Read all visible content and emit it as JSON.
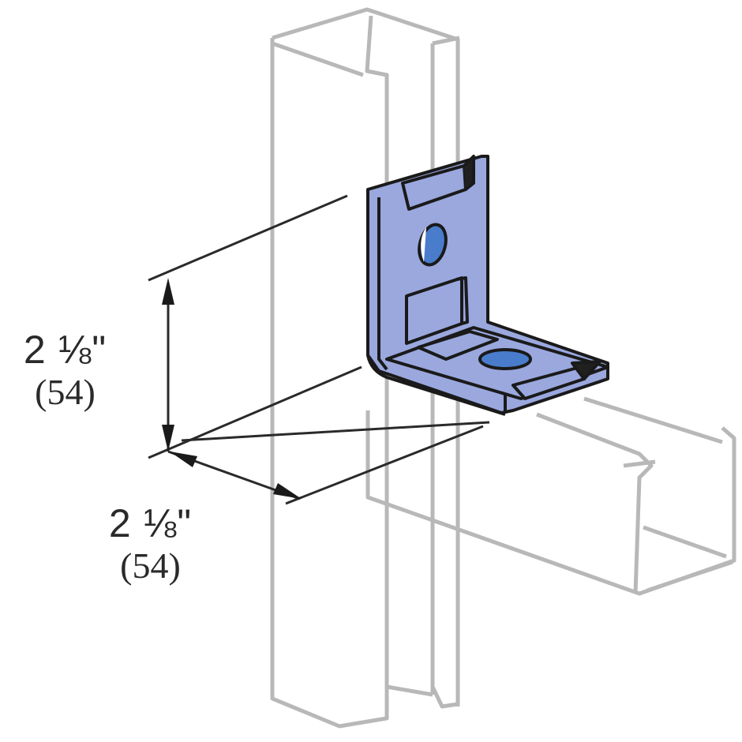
{
  "figure": {
    "subject": "angle bracket fitting on strut channels",
    "colors": {
      "bracket_fill": "#9aa8de",
      "bracket_hole": "#4a7ccc",
      "outline": "#1a1a1a",
      "channel_line": "#b5b5b5",
      "background": "#ffffff"
    }
  },
  "dimensions": {
    "vertical": {
      "imperial": "2 ⅛\"",
      "metric": "(54)"
    },
    "horizontal": {
      "imperial": "2 ⅛\"",
      "metric": "(54)"
    }
  }
}
